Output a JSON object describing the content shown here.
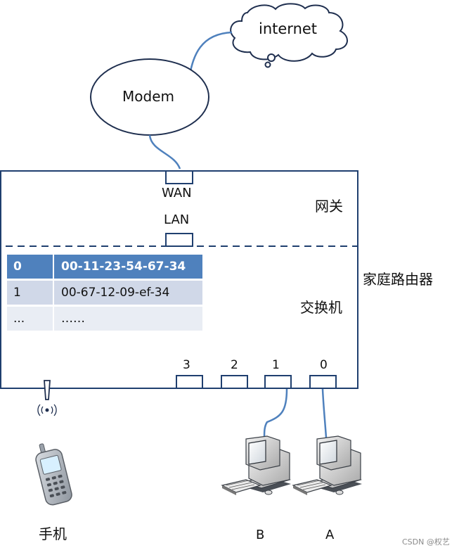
{
  "cloud": {
    "label": "internet"
  },
  "modem": {
    "label": "Modem"
  },
  "router": {
    "label": "家庭路由器",
    "gateway_label": "网关",
    "switch_label": "交换机",
    "wan_label": "WAN",
    "lan_label": "LAN",
    "ports": [
      "3",
      "2",
      "1",
      "0"
    ]
  },
  "mac_table": {
    "rows": [
      {
        "port": "0",
        "mac": "00-11-23-54-67-34"
      },
      {
        "port": "1",
        "mac": "00-67-12-09-ef-34"
      },
      {
        "port": "...",
        "mac": "……"
      }
    ]
  },
  "devices": {
    "phone_label": "手机",
    "pc_b_label": "B",
    "pc_a_label": "A"
  },
  "watermark": "CSDN @权艺"
}
